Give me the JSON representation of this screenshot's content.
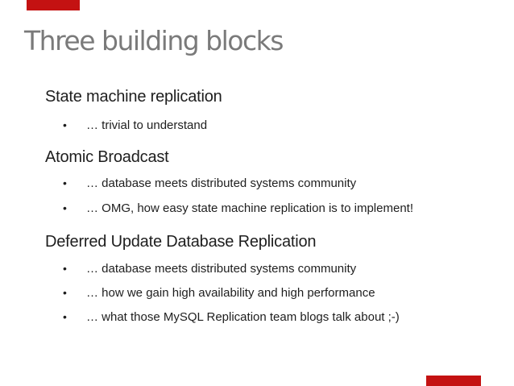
{
  "slide": {
    "title": "Three building blocks",
    "bullet_glyph": "•",
    "sections": [
      {
        "heading": "State machine replication",
        "bullets": [
          "… trivial to understand"
        ]
      },
      {
        "heading": "Atomic Broadcast",
        "bullets": [
          "… database meets distributed systems community",
          "… OMG, how easy state machine replication is to implement!"
        ]
      },
      {
        "heading": "Deferred Update Database Replication",
        "bullets": [
          "… database meets distributed systems community",
          "… how we gain high availability and high performance",
          "… what those MySQL Replication team blogs talk about ;-)"
        ]
      }
    ],
    "colors": {
      "background": "#ffffff",
      "title_gray": "#7a7a7a",
      "body_text": "#1e1e1e",
      "artifact_red": "#c41212"
    }
  }
}
